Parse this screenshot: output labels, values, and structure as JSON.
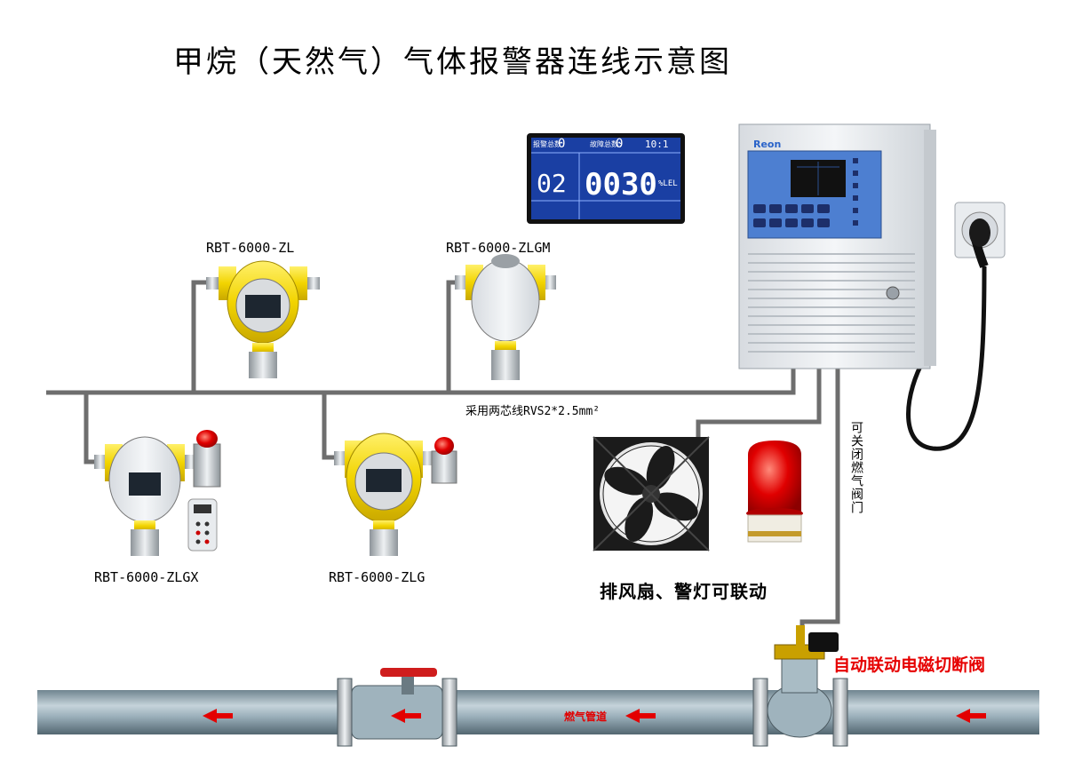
{
  "title": "甲烷（天然气）气体报警器连线示意图",
  "detectors": [
    {
      "id": "zl",
      "label": "RBT-6000-ZL"
    },
    {
      "id": "zlgm",
      "label": "RBT-6000-ZLGM"
    },
    {
      "id": "zlgx",
      "label": "RBT-6000-ZLGX"
    },
    {
      "id": "zlg",
      "label": "RBT-6000-ZLG"
    }
  ],
  "controller_brand": "Reon",
  "lcd": {
    "left_value": "02",
    "right_value": "0030",
    "unit": "%LEL",
    "top_a": "0",
    "top_b": "0",
    "top_c": "10:1"
  },
  "wire_label": "采用两芯线RVS2*2.5mm²",
  "linkage_label": "排风扇、警灯可联动",
  "valve_label": "自动联动电磁切断阀",
  "valve_vertical_label": "可关闭燃气阀门",
  "pipe_label": "燃气管道",
  "colors": {
    "detector_yellow": "#f2d400",
    "pipe": "#8fa3ad",
    "wire": "#6e6e6e",
    "arrow_red": "#e30000",
    "lcd_blue": "#1a3fa3"
  }
}
